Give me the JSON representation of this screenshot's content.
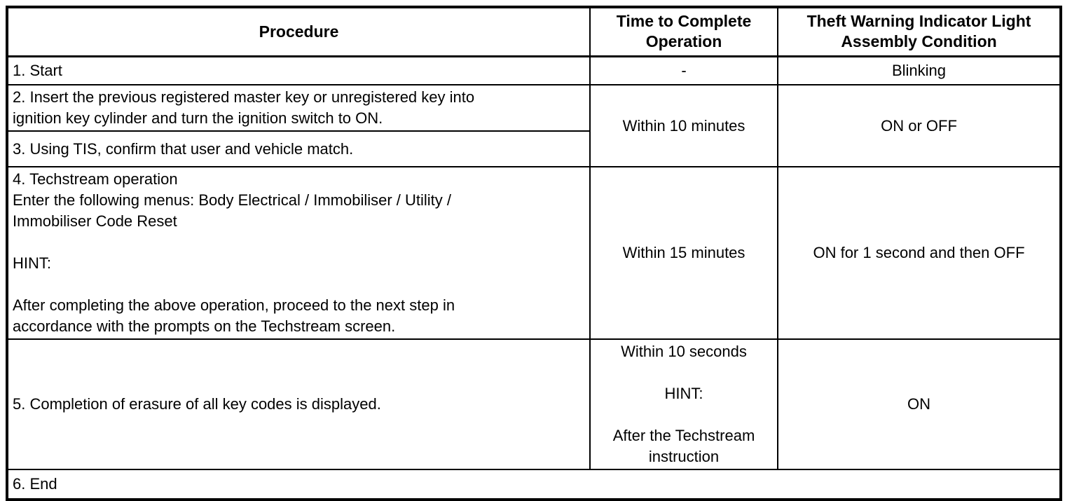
{
  "table": {
    "columns": {
      "procedure": "Procedure",
      "time": "Time to Complete Operation",
      "indicator": "Theft Warning Indicator Light Assembly Condition"
    },
    "rows": {
      "step1": {
        "procedure": "1. Start",
        "time": "-",
        "indicator": "Blinking"
      },
      "step2": {
        "procedure": "2. Insert the previous registered master key or unregistered key into\nignition key cylinder and turn the ignition switch to ON."
      },
      "step3": {
        "procedure": "3. Using TIS, confirm that user and vehicle match."
      },
      "step2_3_shared": {
        "time": "Within 10 minutes",
        "indicator": "ON or OFF"
      },
      "step4": {
        "procedure": "4. Techstream operation\nEnter the following menus: Body Electrical / Immobiliser / Utility /\nImmobiliser Code Reset\n\nHINT:\n\nAfter completing the above operation, proceed to the next step in\naccordance with the prompts on the Techstream screen.",
        "time": "Within 15 minutes",
        "indicator": "ON for 1 second and then OFF"
      },
      "step5": {
        "procedure": "5. Completion of erasure of all key codes is displayed.",
        "time": "Within 10 seconds\n\nHINT:\n\nAfter the Techstream\ninstruction",
        "indicator": "ON"
      },
      "step6": {
        "procedure": "6. End"
      }
    }
  }
}
